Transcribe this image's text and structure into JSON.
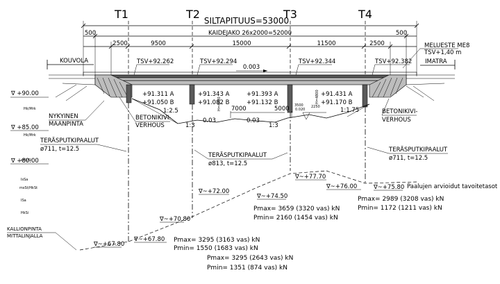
{
  "supports": [
    "T1",
    "T2",
    "T3",
    "T4"
  ],
  "title": "SILTAPITUUS=53000",
  "span_division": "KAIDEJAKO 26x2000=52000",
  "overhang_left": "500",
  "overhang_right": "500",
  "spans": [
    "2500",
    "9500",
    "15000",
    "11500",
    "2500"
  ],
  "noise_barrier": [
    "MELUESTE ME8",
    "TSV+1,40 m"
  ],
  "directions": {
    "left": "KOUVOLA",
    "right": "IMATRA"
  },
  "tsv_levels": [
    "TSV+92.262",
    "TSV+92.294",
    "TSV+92.344",
    "TSV+92.382"
  ],
  "slope": "0.003",
  "pier_levels": {
    "t1": [
      "+91.311 A",
      "+91.050 B"
    ],
    "t2": [
      "+91.343 A",
      "+91.082 B"
    ],
    "t3": [
      "+91.393 A",
      "+91.132 B"
    ],
    "t4": [
      "+91.431 A",
      "+91.170 B"
    ]
  },
  "elevations": [
    "∇ +90.00",
    "∇ +85.00",
    "∇ +80.00"
  ],
  "labels": {
    "ground": [
      "NYKYINEN",
      "MAANPINTA"
    ],
    "wall_left": [
      "BETONIKIVI-",
      "VERHOUS"
    ],
    "wall_right": [
      "BETONIKIVI-",
      "VERHOUS"
    ],
    "pile_left": [
      "TERÄSPUTKIPAALUT",
      "ø711,  t=12.5"
    ],
    "pile_mid": [
      "TERÄSPUTKIPAALUT",
      "ø813,  t=12.5"
    ],
    "pile_right": [
      "TERÄSPUTKIPAALUT",
      "ø711,  t=12.5"
    ],
    "bedrock": [
      "KALLIONPINTA",
      "MITTALINJALLA"
    ],
    "pile_note": "Paalujen arvioidut tavoitetasot"
  },
  "slopes": [
    "1:2.5",
    "1:3",
    "1:3",
    "1:1.75"
  ],
  "profile_slopes": [
    "0.03",
    "0.03"
  ],
  "profile_dims": [
    "7000",
    "5000",
    "3500",
    "2250",
    "0.020"
  ],
  "clearances": [
    "H=4800",
    "H=4800"
  ],
  "pile_levels": [
    "∇~+67.80",
    "∇~+67.80",
    "∇~+70.80",
    "∇~+72.00",
    "∇~+74.50",
    "∇~+77.70",
    "∇~+76.00",
    "∇~+75.80"
  ],
  "loads": {
    "t1": [
      "Pmax= 3295 (2643 vas) kN",
      "Pmin= 1351  (874 vas) kN"
    ],
    "t2": [
      "Pmax= 3295 (3163 vas) kN",
      "Pmin= 1550  (1683 vas) kN"
    ],
    "t3": [
      "Pmax= 3659 (3320 vas) kN",
      "Pmin= 2160  (1454 vas) kN"
    ],
    "t4": [
      "Pmax= 2989 (3208 vas) kN",
      "Pmin= 1172  (1211 vas) kN"
    ]
  },
  "soil_tags": [
    "Hk/Mrk",
    "Hk/Mrk",
    "sHk/Si",
    "IsSa",
    "msSt/HkSt",
    "ISa",
    "HkSi"
  ]
}
